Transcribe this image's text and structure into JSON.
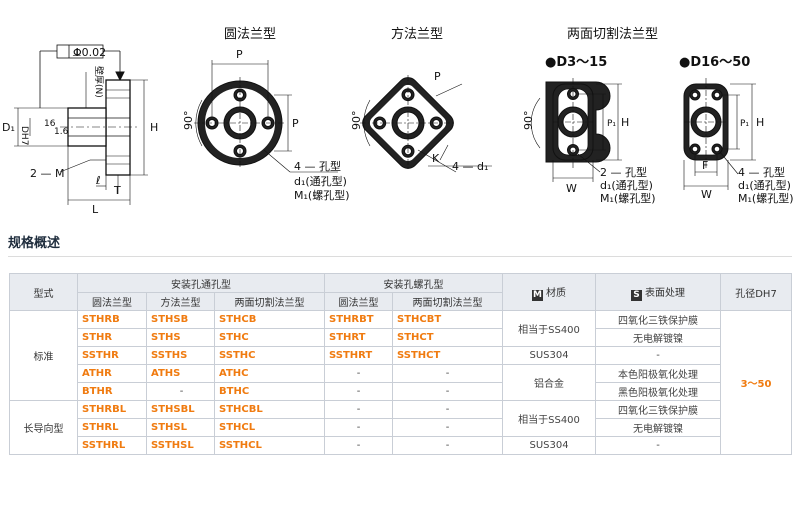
{
  "drawings": {
    "side_view": {
      "flatness": "Φ0.02",
      "perp_symbol": "⊥",
      "wall_label": "壁厚(N)",
      "d1": "D₁",
      "dh7": "DH7",
      "angle": "16",
      "m_label": "2 — M",
      "h": "H",
      "t": "T",
      "l": "L",
      "l_small": "ℓ",
      "mark": "∇",
      "roughness": "1.6"
    },
    "round": {
      "title": "圆法兰型",
      "p": "P",
      "angle": "90°",
      "note1": "4 — 孔型",
      "note2": "d₁(通孔型)",
      "note3": "M₁(螺孔型)"
    },
    "square": {
      "title": "方法兰型",
      "p": "P",
      "angle": "90°",
      "k": "K",
      "note": "4 — d₁"
    },
    "two_cut": {
      "title": "两面切割法兰型",
      "range1": "●D3～15",
      "range2": "●D16～50",
      "p1": "P₁",
      "h": "H",
      "w": "W",
      "f": "F",
      "angle": "90°",
      "note1": "2 — 孔型",
      "note2": "d₁(通孔型)",
      "note3": "M₁(螺孔型)",
      "note1b": "4 — 孔型",
      "note2b": "d₁(通孔型)",
      "note3b": "M₁(螺孔型)"
    }
  },
  "section_title": "规格概述",
  "table": {
    "head": {
      "type": "型式",
      "through_group": "安装孔通孔型",
      "screw_group": "安装孔螺孔型",
      "material_badge": "M",
      "material": "材质",
      "surface_badge": "S",
      "surface": "表面处理",
      "bore": "孔径DH7",
      "round": "圆法兰型",
      "square": "方法兰型",
      "twocut": "两面切割法兰型",
      "round2": "圆法兰型",
      "twocut2": "两面切割法兰型"
    },
    "standard_label": "标准",
    "long_label": "长导向型",
    "bore_range": "3～50",
    "standard_rows": [
      {
        "r": "STHRB",
        "s": "STHSB",
        "t": "STHCB",
        "rs": "STHRBT",
        "ts": "STHCBT",
        "mat": "相当于SS400",
        "surf": "四氧化三铁保护膜"
      },
      {
        "r": "STHR",
        "s": "STHS",
        "t": "STHC",
        "rs": "STHRT",
        "ts": "STHCT",
        "mat": "",
        "surf": "无电解镀镍"
      },
      {
        "r": "SSTHR",
        "s": "SSTHS",
        "t": "SSTHC",
        "rs": "SSTHRT",
        "ts": "SSTHCT",
        "mat": "SUS304",
        "surf": "-"
      },
      {
        "r": "ATHR",
        "s": "ATHS",
        "t": "ATHC",
        "rs": "-",
        "ts": "-",
        "mat": "铝合金",
        "surf": "本色阳极氧化处理"
      },
      {
        "r": "BTHR",
        "s": "-",
        "t": "BTHC",
        "rs": "-",
        "ts": "-",
        "mat": "",
        "surf": "黑色阳极氧化处理"
      }
    ],
    "long_rows": [
      {
        "r": "STHRBL",
        "s": "STHSBL",
        "t": "STHCBL",
        "rs": "-",
        "ts": "-",
        "mat": "相当于SS400",
        "surf": "四氧化三铁保护膜"
      },
      {
        "r": "STHRL",
        "s": "STHSL",
        "t": "STHCL",
        "rs": "-",
        "ts": "-",
        "mat": "",
        "surf": "无电解镀镍"
      },
      {
        "r": "SSTHRL",
        "s": "SSTHSL",
        "t": "SSTHCL",
        "rs": "-",
        "ts": "-",
        "mat": "SUS304",
        "surf": "-"
      }
    ]
  }
}
